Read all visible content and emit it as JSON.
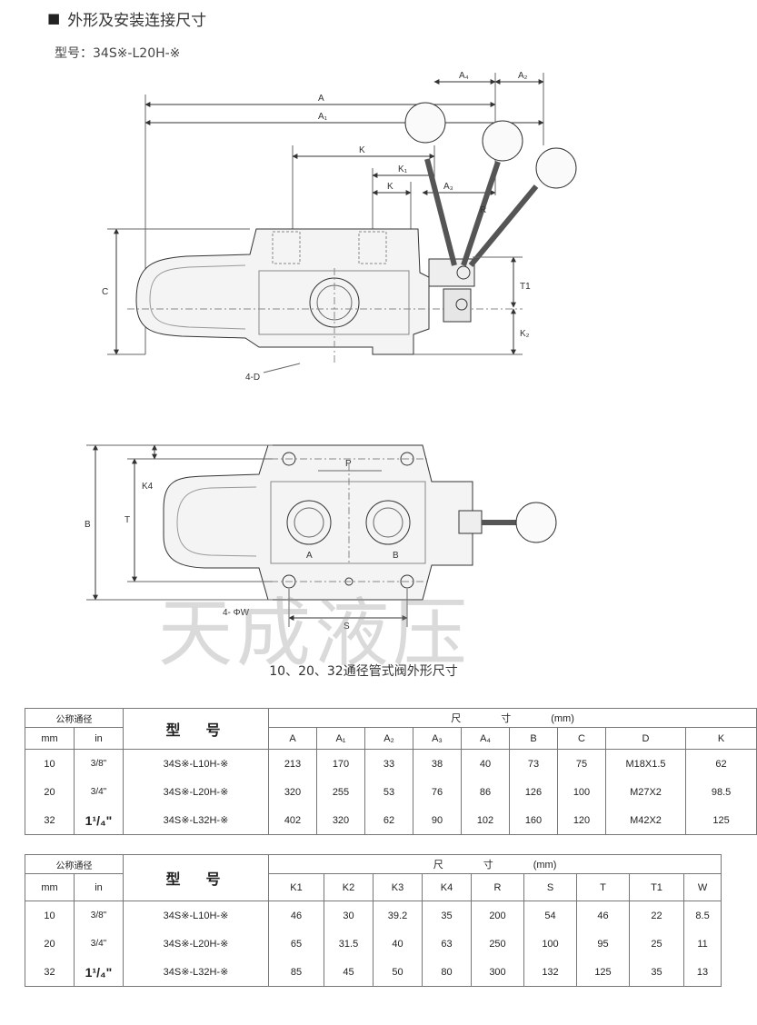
{
  "page": {
    "heading_marker": "■",
    "heading": "外形及安装连接尺寸",
    "model_line": "型号：34S※-L20H-※",
    "caption": "10、20、32通径管式阀外形尺寸",
    "watermark": "天成液压"
  },
  "drawing_labels": {
    "A": "A",
    "A1": "A₁",
    "A2": "A₂",
    "A3": "A₃",
    "A4": "A₄",
    "K": "K",
    "K1": "K₁",
    "K2": "K₂",
    "K_small": "K",
    "C": "C",
    "R": "R",
    "T1": "T1",
    "D": "4-D",
    "B": "B",
    "T": "T",
    "K4": "K4",
    "P": "P",
    "port_A": "A",
    "port_B": "B",
    "W": "4- ΦW",
    "S": "S"
  },
  "table1": {
    "nominal_header": "公称通径",
    "model_header": "型　号",
    "size_header": "尺　　　　寸　　　　(mm)",
    "unit_mm": "mm",
    "unit_in": "in",
    "columns": [
      "A",
      "A₁",
      "A₂",
      "A₃",
      "A₄",
      "B",
      "C",
      "D",
      "K"
    ],
    "rows": [
      {
        "mm": "10",
        "in": "3/8\"",
        "model": "34S※-L10H-※",
        "values": [
          "213",
          "170",
          "33",
          "38",
          "40",
          "73",
          "75",
          "M18X1.5",
          "62"
        ]
      },
      {
        "mm": "20",
        "in": "3/4\"",
        "model": "34S※-L20H-※",
        "values": [
          "320",
          "255",
          "53",
          "76",
          "86",
          "126",
          "100",
          "M27X2",
          "98.5"
        ]
      },
      {
        "mm": "32",
        "in": "1¹/₄\"",
        "model": "34S※-L32H-※",
        "values": [
          "402",
          "320",
          "62",
          "90",
          "102",
          "160",
          "120",
          "M42X2",
          "125"
        ]
      }
    ]
  },
  "table2": {
    "nominal_header": "公称通径",
    "model_header": "型　号",
    "size_header": "尺　　　　寸　　　　(mm)",
    "unit_mm": "mm",
    "unit_in": "in",
    "columns": [
      "K1",
      "K2",
      "K3",
      "K4",
      "R",
      "S",
      "T",
      "T1",
      "W"
    ],
    "rows": [
      {
        "mm": "10",
        "in": "3/8\"",
        "model": "34S※-L10H-※",
        "values": [
          "46",
          "30",
          "39.2",
          "35",
          "200",
          "54",
          "46",
          "22",
          "8.5"
        ]
      },
      {
        "mm": "20",
        "in": "3/4\"",
        "model": "34S※-L20H-※",
        "values": [
          "65",
          "31.5",
          "40",
          "63",
          "250",
          "100",
          "95",
          "25",
          "11"
        ]
      },
      {
        "mm": "32",
        "in": "1¹/₄\"",
        "model": "34S※-L32H-※",
        "values": [
          "85",
          "45",
          "50",
          "80",
          "300",
          "132",
          "125",
          "35",
          "13"
        ]
      }
    ]
  }
}
